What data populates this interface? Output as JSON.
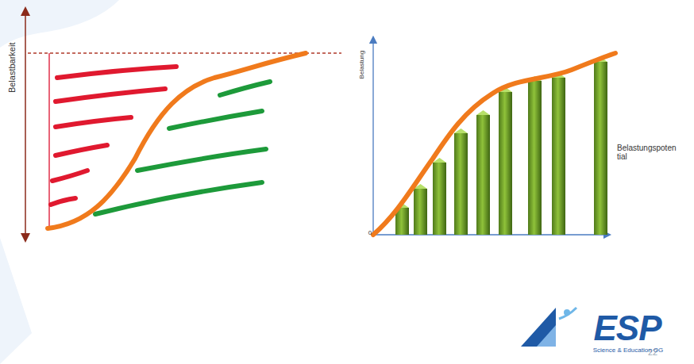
{
  "diagram": {
    "labels": [
      "Belastbarkeit",
      "Belastung",
      "Belastungspoten tial",
      "0",
      "22",
      "ESP",
      "Science & Education OG"
    ]
  }
}
